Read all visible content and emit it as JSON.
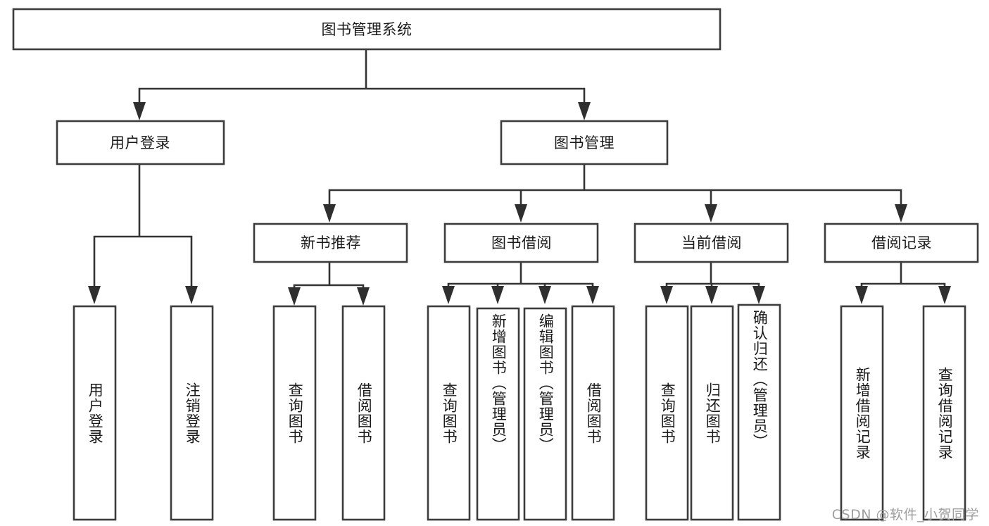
{
  "diagram": {
    "type": "tree",
    "title": "图书管理系统",
    "root": {
      "id": "root",
      "label": "图书管理系统",
      "orientation": "horizontal"
    },
    "level1": [
      {
        "id": "user-login",
        "label": "用户登录",
        "orientation": "horizontal"
      },
      {
        "id": "book-manage",
        "label": "图书管理",
        "orientation": "horizontal"
      }
    ],
    "level2": [
      {
        "id": "new-book-recommend",
        "label": "新书推荐",
        "parent": "book-manage",
        "orientation": "horizontal"
      },
      {
        "id": "book-borrow",
        "label": "图书借阅",
        "parent": "book-manage",
        "orientation": "horizontal"
      },
      {
        "id": "current-borrow",
        "label": "当前借阅",
        "parent": "book-manage",
        "orientation": "horizontal"
      },
      {
        "id": "borrow-record",
        "label": "借阅记录",
        "parent": "book-manage",
        "orientation": "horizontal"
      }
    ],
    "leaves": [
      {
        "id": "leaf-user-login",
        "label": "用户登录",
        "parent": "user-login",
        "orientation": "vertical"
      },
      {
        "id": "leaf-user-logout",
        "label": "注销登录",
        "parent": "user-login",
        "orientation": "vertical"
      },
      {
        "id": "leaf-query-book-1",
        "label": "查询图书",
        "parent": "new-book-recommend",
        "orientation": "vertical"
      },
      {
        "id": "leaf-borrow-book-1",
        "label": "借阅图书",
        "parent": "new-book-recommend",
        "orientation": "vertical"
      },
      {
        "id": "leaf-query-book-2",
        "label": "查询图书",
        "parent": "book-borrow",
        "orientation": "vertical"
      },
      {
        "id": "leaf-add-book",
        "label": "新增图书（管理员）",
        "parent": "book-borrow",
        "orientation": "vertical"
      },
      {
        "id": "leaf-edit-book",
        "label": "编辑图书（管理员）",
        "parent": "book-borrow",
        "orientation": "vertical"
      },
      {
        "id": "leaf-borrow-book-2",
        "label": "借阅图书",
        "parent": "book-borrow",
        "orientation": "vertical"
      },
      {
        "id": "leaf-query-book-3",
        "label": "查询图书",
        "parent": "current-borrow",
        "orientation": "vertical"
      },
      {
        "id": "leaf-return-book",
        "label": "归还图书",
        "parent": "current-borrow",
        "orientation": "vertical"
      },
      {
        "id": "leaf-confirm-return",
        "label": "确认归还（管理员）",
        "parent": "current-borrow",
        "orientation": "vertical"
      },
      {
        "id": "leaf-add-record",
        "label": "新增借阅记录",
        "parent": "borrow-record",
        "orientation": "vertical"
      },
      {
        "id": "leaf-query-record",
        "label": "查询借阅记录",
        "parent": "borrow-record",
        "orientation": "vertical"
      }
    ],
    "colors": {
      "background": "#ffffff",
      "box_stroke": "#3c3c3c",
      "connector": "#333333",
      "text": "#1a1a1a",
      "watermark": "#9e9e9e"
    }
  },
  "watermark": {
    "text": "CSDN @软件_小贺同学"
  }
}
